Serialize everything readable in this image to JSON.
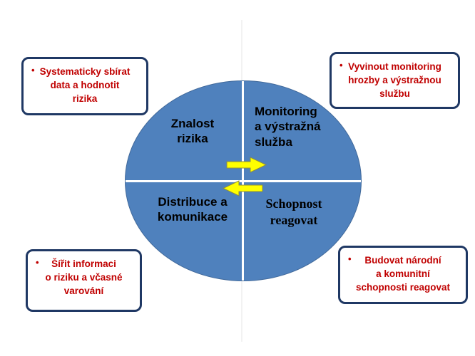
{
  "diagram": {
    "ellipse_color": "#4f81bd",
    "divider_color": "#ffffff",
    "arrow_color": "#ffff00",
    "arrow_stroke": "#8f8f3a",
    "quadrants": {
      "top_left": "Znalost\nrizika",
      "top_right": "Monitoring\na výstražná\nslužba",
      "bottom_left": "Distribuce a\nkomunikace",
      "bottom_right": "Schopnost\nreagovat"
    }
  },
  "callouts": {
    "border_color": "#1f3864",
    "text_color": "#c00000",
    "top_left": {
      "bullet": "•",
      "text": "Systematicky sbírat\ndata  a hodnotit\nrizika"
    },
    "top_right": {
      "bullet": "•",
      "text": "Vyvinout monitoring\nhrozby a výstražnou\nslužbu"
    },
    "bottom_left": {
      "bullet": "•",
      "text": "Šířit informaci\no riziku a včasné\nvarování"
    },
    "bottom_right": {
      "bullet": "•",
      "text": "Budovat národní\na komunitní\nschopnosti reagovat"
    }
  }
}
